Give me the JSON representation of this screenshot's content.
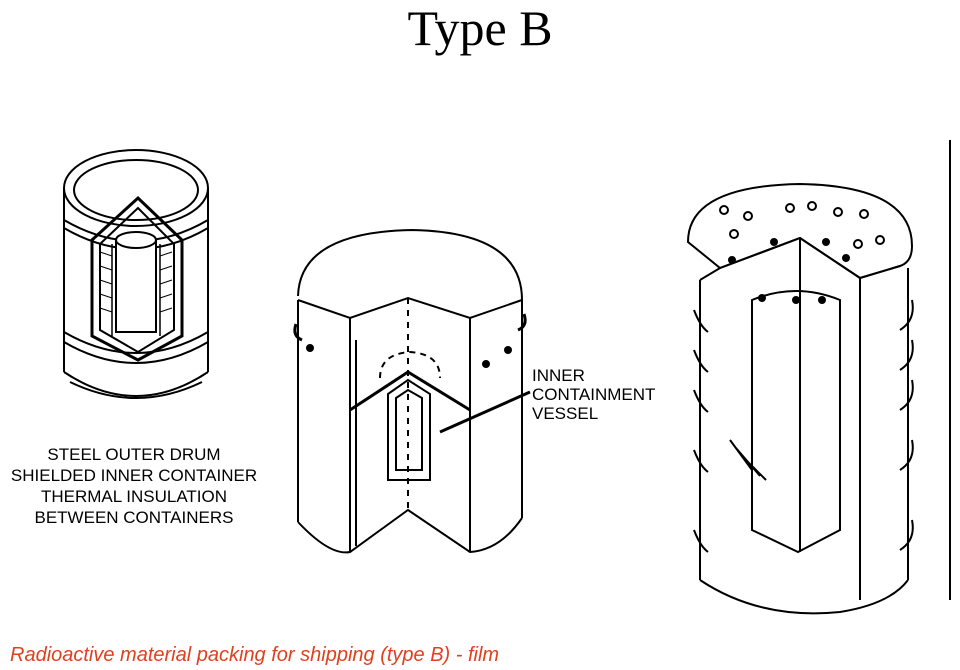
{
  "title": "Type B",
  "left_labels": [
    "STEEL OUTER DRUM",
    "SHIELDED INNER CONTAINER",
    "THERMAL INSULATION",
    "BETWEEN CONTAINERS"
  ],
  "middle_labels": [
    "INNER",
    "CONTAINMENT",
    "VESSEL"
  ],
  "caption": "Radioactive material packing for shipping (type B) - film",
  "colors": {
    "ink": "#000000",
    "caption": "#e0401e",
    "background": "#ffffff"
  }
}
